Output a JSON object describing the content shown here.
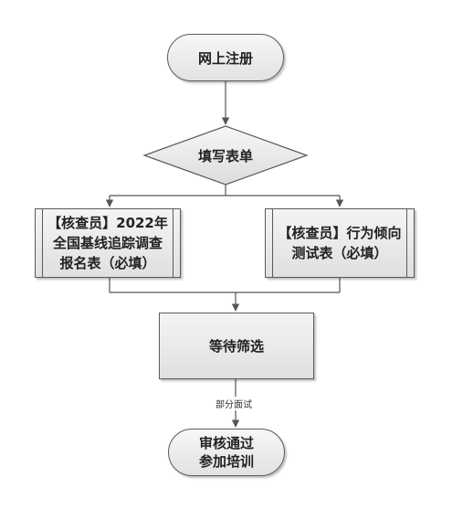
{
  "flowchart": {
    "register": "网上注册",
    "fill_form": "填写表单",
    "form_a": "【核查员】2022年全国基线追踪调查报名表（必填）",
    "form_b": "【核查员】行为倾向测试表（必填）",
    "wait": "等待筛选",
    "edge_interview": "部分面试",
    "final": "审核通过参加培训"
  }
}
